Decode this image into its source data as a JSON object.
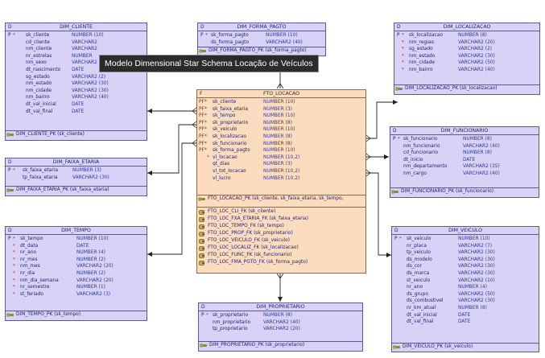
{
  "tooltip": "Modelo Dimensional Star Schema Locação de Veículos",
  "tables": {
    "dim_cliente": {
      "flag": "D",
      "name": "DIM_CLIENTE",
      "cols": [
        {
          "k": "P",
          "s": "*",
          "n": "sk_cliente",
          "t": "NUMBER (10)"
        },
        {
          "k": "",
          "s": "",
          "n": "cd_cliente",
          "t": "VARCHAR2"
        },
        {
          "k": "",
          "s": "",
          "n": "nm_cliente",
          "t": "VARCHAR2"
        },
        {
          "k": "",
          "s": "",
          "n": "nr_estrelas",
          "t": "NUMBER"
        },
        {
          "k": "",
          "s": "",
          "n": "nm_sexo",
          "t": "VARCHAR2"
        },
        {
          "k": "",
          "s": "",
          "n": "dt_nascimento",
          "t": "DATE"
        },
        {
          "k": "",
          "s": "",
          "n": "sg_estado",
          "t": "VARCHAR2 (2)"
        },
        {
          "k": "",
          "s": "",
          "n": "nm_estado",
          "t": "VARCHAR2 (30)"
        },
        {
          "k": "",
          "s": "",
          "n": "nm_cidade",
          "t": "VARCHAR2 (30)"
        },
        {
          "k": "",
          "s": "",
          "n": "nm_bairro",
          "t": "VARCHAR2 (40)"
        },
        {
          "k": "",
          "s": "",
          "n": "dt_val_inicial",
          "t": "DATE"
        },
        {
          "k": "",
          "s": "",
          "n": "dt_val_final",
          "t": "DATE"
        }
      ],
      "pk": "DIM_CLIENTE_PK (sk_cliente)"
    },
    "dim_forma_pagto": {
      "flag": "D",
      "name": "DIM_FORMA_PAGTO",
      "cols": [
        {
          "k": "P",
          "s": "*",
          "n": "sk_forma_pagto",
          "t": "NUMBER (10)"
        },
        {
          "k": "",
          "s": "",
          "n": "ds_forma_pagto",
          "t": "VARCHAR2 (40)"
        }
      ],
      "pk": "DIM_FORMA_PAGTO_PK (sk_forma_pagto)"
    },
    "dim_localizacao": {
      "flag": "D",
      "name": "DIM_LOCALIZACAO",
      "cols": [
        {
          "k": "P",
          "s": "*",
          "n": "sk_localizacao",
          "t": "NUMBER (8)"
        },
        {
          "k": "",
          "s": "*",
          "n": "nm_regiao",
          "t": "VARCHAR2 (20)"
        },
        {
          "k": "",
          "s": "*",
          "n": "sg_estado",
          "t": "VARCHAR2 (2)"
        },
        {
          "k": "",
          "s": "*",
          "n": "nm_estado",
          "t": "VARCHAR2 (30)"
        },
        {
          "k": "",
          "s": "*",
          "n": "nm_cidade",
          "t": "VARCHAR2 (50)"
        },
        {
          "k": "",
          "s": "*",
          "n": "nm_bairro",
          "t": "VARCHAR2 (40)"
        }
      ],
      "pk": "DIM_LOCALIZACAO_PK (sk_localizacao)"
    },
    "fto_locacao": {
      "flag": "F",
      "name": "FTO_LOCACAO",
      "cols": [
        {
          "k": "PF*",
          "s": "",
          "n": "sk_cliente",
          "t": "NUMBER (10)"
        },
        {
          "k": "PF*",
          "s": "",
          "n": "sk_faixa_etaria",
          "t": "NUMBER (3)"
        },
        {
          "k": "PF*",
          "s": "",
          "n": "sk_tempo",
          "t": "NUMBER (10)"
        },
        {
          "k": "PF*",
          "s": "",
          "n": "sk_proprietario",
          "t": "NUMBER (8)"
        },
        {
          "k": "PF*",
          "s": "",
          "n": "sk_veiculo",
          "t": "NUMBER (10)"
        },
        {
          "k": "PF*",
          "s": "",
          "n": "sk_localizacao",
          "t": "NUMBER (8)"
        },
        {
          "k": "PF*",
          "s": "",
          "n": "sk_funcionario",
          "t": "NUMBER (8)"
        },
        {
          "k": "PF*",
          "s": "",
          "n": "sk_forma_pagto",
          "t": "NUMBER (10)"
        },
        {
          "k": "",
          "s": "*",
          "n": "vl_locacao",
          "t": "NUMBER (10,2)"
        },
        {
          "k": "",
          "s": "",
          "n": "qt_dias",
          "t": "NUMBER (3)"
        },
        {
          "k": "",
          "s": "",
          "n": "vl_tot_locacao",
          "t": "NUMBER (10,2)"
        },
        {
          "k": "",
          "s": "",
          "n": "vl_lucro",
          "t": "NUMBER (10,2)"
        }
      ],
      "pk": "FTO_LOCACAO_PK (sk_cliente, sk_faixa_etaria, sk_tempo,",
      "fks": [
        "FTO_LOC_CLI_FK (sk_cliente)",
        "FTO_LOC_FXA_ETARIA_FK (sk_faixa_etaria)",
        "FTO_LOC_TEMPO_FK (sk_tempo)",
        "FTO_LOC_PROP_FK (sk_proprietario)",
        "FTO_LOC_VEICULO_FK (sk_veiculo)",
        "FTO_LOC_LOCALIZ_FK (sk_localizacao)",
        "FTO_LOC_FUNC_FK (sk_funcionario)",
        "FTO_LOC_FMA_PGTO_FK (sk_forma_pagto)"
      ]
    },
    "dim_funcionario": {
      "flag": "D",
      "name": "DIM_FUNCIONARIO",
      "cols": [
        {
          "k": "P",
          "s": "*",
          "n": "sk_funcionario",
          "t": "NUMBER (8)"
        },
        {
          "k": "",
          "s": "",
          "n": "nm_funcionario",
          "t": "VARCHAR2 (40)"
        },
        {
          "k": "",
          "s": "",
          "n": "cd_funcionario",
          "t": "NUMBER (8)"
        },
        {
          "k": "",
          "s": "",
          "n": "dt_inicio",
          "t": "DATE"
        },
        {
          "k": "",
          "s": "",
          "n": "nm_departamento",
          "t": "VARCHAR2 (35)"
        },
        {
          "k": "",
          "s": "",
          "n": "nm_cargo",
          "t": "VARCHAR2 (40)"
        }
      ],
      "pk": "DIM_FUNCIONARIO_PK (sk_funcionario)"
    },
    "dim_faixa_etaria": {
      "flag": "D",
      "name": "DIM_FAIXA_ETARIA",
      "cols": [
        {
          "k": "P",
          "s": "*",
          "n": "sk_faixa_etaria",
          "t": "NUMBER (3)"
        },
        {
          "k": "",
          "s": "",
          "n": "tp_faixa_etaria",
          "t": "VARCHAR2 (30)"
        }
      ],
      "pk": "DIM_FAIXA_ETARIA_PK (sk_faixa_etaria)"
    },
    "dim_tempo": {
      "flag": "D",
      "name": "DIM_TEMPO",
      "cols": [
        {
          "k": "P",
          "s": "*",
          "n": "sk_tempo",
          "t": "NUMBER (10)"
        },
        {
          "k": "",
          "s": "*",
          "n": "dt_data",
          "t": "DATE"
        },
        {
          "k": "",
          "s": "*",
          "n": "nr_ano",
          "t": "NUMBER (4)"
        },
        {
          "k": "",
          "s": "*",
          "n": "nr_mes",
          "t": "NUMBER (2)"
        },
        {
          "k": "",
          "s": "*",
          "n": "nm_mes",
          "t": "VARCHAR2 (20)"
        },
        {
          "k": "",
          "s": "*",
          "n": "nr_dia",
          "t": "NUMBER (2)"
        },
        {
          "k": "",
          "s": "*",
          "n": "nm_dia_semana",
          "t": "VARCHAR2 (20)"
        },
        {
          "k": "",
          "s": "*",
          "n": "nr_semestre",
          "t": "NUMBER (1)"
        },
        {
          "k": "",
          "s": "*",
          "n": "st_feriado",
          "t": "VARCHAR2 (3)"
        }
      ],
      "pk": "DIM_TEMPO_PK (sk_tempo)"
    },
    "dim_proprietario": {
      "flag": "D",
      "name": "DIM_PROPRIETARIO",
      "cols": [
        {
          "k": "P",
          "s": "*",
          "n": "sk_proprietario",
          "t": "NUMBER (8)"
        },
        {
          "k": "",
          "s": "",
          "n": "nm_proprietario",
          "t": "VARCHAR2 (40)"
        },
        {
          "k": "",
          "s": "",
          "n": "tp_proprietario",
          "t": "VARCHAR2 (20)"
        }
      ],
      "pk": "DIM_PROPRIETARIO_PK (sk_proprietario)"
    },
    "dim_veiculo": {
      "flag": "D",
      "name": "DIM_VEICULO",
      "cols": [
        {
          "k": "P",
          "s": "*",
          "n": "sk_veiculo",
          "t": "NUMBER (10)"
        },
        {
          "k": "",
          "s": "",
          "n": "nr_placa",
          "t": "VARCHAR2 (7)"
        },
        {
          "k": "",
          "s": "",
          "n": "tp_veiculo",
          "t": "VARCHAR2 (30)"
        },
        {
          "k": "",
          "s": "",
          "n": "ds_modelo",
          "t": "VARCHAR2 (30)"
        },
        {
          "k": "",
          "s": "",
          "n": "ds_cor",
          "t": "VARCHAR2 (30)"
        },
        {
          "k": "",
          "s": "",
          "n": "ds_marca",
          "t": "VARCHAR2 (30)"
        },
        {
          "k": "",
          "s": "",
          "n": "st_veiculo",
          "t": "VARCHAR2 (10)"
        },
        {
          "k": "",
          "s": "",
          "n": "nr_ano",
          "t": "NUMBER (4)"
        },
        {
          "k": "",
          "s": "",
          "n": "ds_grupo",
          "t": "VARCHAR2 (50)"
        },
        {
          "k": "",
          "s": "",
          "n": "ds_combustivel",
          "t": "VARCHAR2 (30)"
        },
        {
          "k": "",
          "s": "",
          "n": "nr_km_atual",
          "t": "NUMBER (8)"
        },
        {
          "k": "",
          "s": "",
          "n": "dt_val_inicial",
          "t": "DATE"
        },
        {
          "k": "",
          "s": "",
          "n": "dt_val_final",
          "t": "DATE"
        }
      ],
      "pk": "DIM_VEICULO_PK (sk_veiculo)"
    }
  }
}
